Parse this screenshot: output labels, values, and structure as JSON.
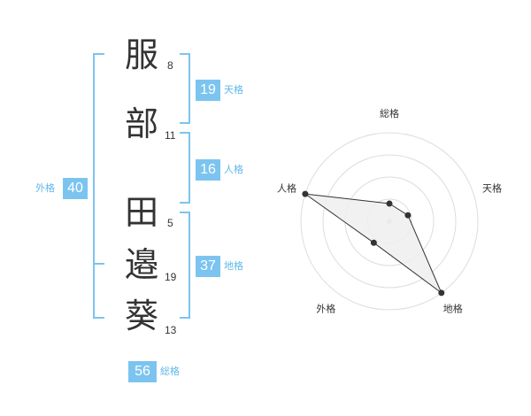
{
  "theme": {
    "accent": "#7cc4f0",
    "label_color": "#5fb8ea",
    "text": "#333333"
  },
  "name": {
    "chars": [
      {
        "char": "服",
        "strokes": "8"
      },
      {
        "char": "部",
        "strokes": "11"
      },
      {
        "char": "田",
        "strokes": "5"
      },
      {
        "char": "邉",
        "strokes": "19"
      },
      {
        "char": "葵",
        "strokes": "13"
      }
    ]
  },
  "scores": {
    "tenkaku": {
      "value": "19",
      "label": "天格"
    },
    "jinkaku": {
      "value": "16",
      "label": "人格"
    },
    "chikaku": {
      "value": "37",
      "label": "地格"
    },
    "gaikaku": {
      "value": "40",
      "label": "外格"
    },
    "soukaku": {
      "value": "56",
      "label": "総格"
    }
  },
  "chart_data": {
    "type": "radar",
    "axes": [
      "総格",
      "天格",
      "地格",
      "外格",
      "人格"
    ],
    "values": [
      0.2,
      0.22,
      1.0,
      0.3,
      1.0
    ],
    "rmax": 1.0,
    "rings": 4,
    "grid": true
  }
}
